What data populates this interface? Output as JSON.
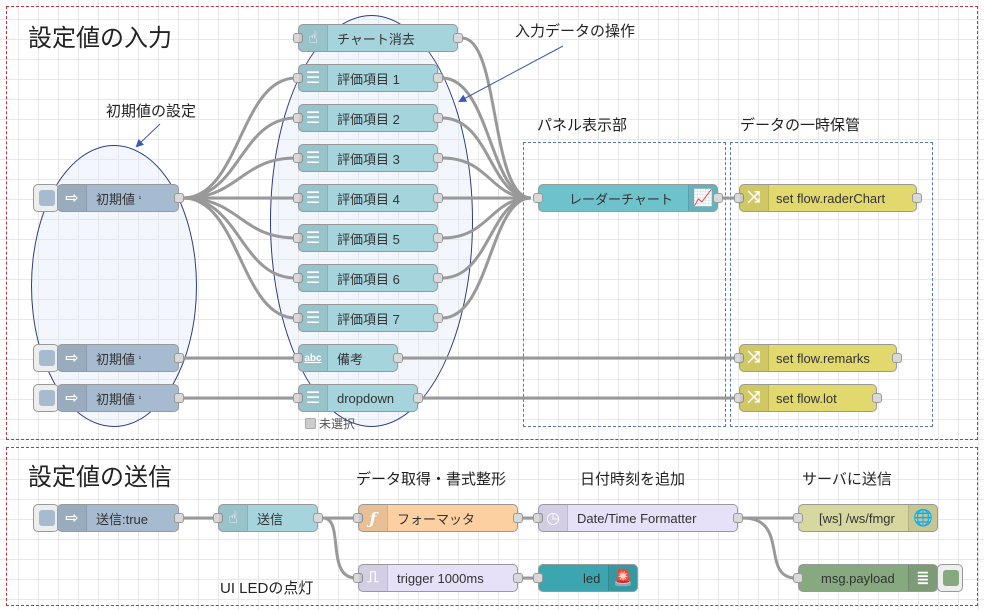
{
  "groups": {
    "input": {
      "title": "設定値の入力"
    },
    "send": {
      "title": "設定値の送信"
    }
  },
  "annotations": {
    "initial_setting": "初期値の設定",
    "input_operation": "入力データの操作",
    "panel_display": "パネル表示部",
    "temp_storage": "データの一時保管",
    "data_format": "データ取得・書式整形",
    "add_datetime": "日付時刻を追加",
    "send_server": "サーバに送信",
    "ui_led": "UI LEDの点灯"
  },
  "nodes": {
    "inject1": {
      "label": "初期値",
      "suffix": "¹"
    },
    "inject2": {
      "label": "初期値",
      "suffix": "¹"
    },
    "inject3": {
      "label": "初期値",
      "suffix": "¹"
    },
    "clear_chart": {
      "label": "チャート消去"
    },
    "sliders": [
      "評価項目 1",
      "評価項目 2",
      "評価項目 3",
      "評価項目 4",
      "評価項目 5",
      "評価項目 6",
      "評価項目 7"
    ],
    "remarks": {
      "label": "備考"
    },
    "dropdown": {
      "label": "dropdown",
      "status": "未選択"
    },
    "radar_chart": {
      "label": "レーダーチャート"
    },
    "set_radar": {
      "label": "set flow.raderChart"
    },
    "set_remarks": {
      "label": "set flow.remarks"
    },
    "set_lot": {
      "label": "set flow.lot"
    },
    "inject_send": {
      "label": "送信:true"
    },
    "send_button": {
      "label": "送信"
    },
    "formatter": {
      "label": "フォーマッタ"
    },
    "datetime": {
      "label": "Date/Time Formatter"
    },
    "ws_out": {
      "label": "[ws] /ws/fmgr"
    },
    "trigger": {
      "label": "trigger 1000ms"
    },
    "led": {
      "label": "led"
    },
    "debug": {
      "label": "msg.payload"
    }
  },
  "colors": {
    "inject": "#a6bbcf",
    "ui": "#a6d4dc",
    "chart": "#6ec2cc",
    "change": "#e2d96e",
    "function": "#fdd0a2",
    "datetime": "#e6e0f8",
    "ws": "#d7d7a0",
    "debug": "#87a980",
    "led": "#3ba6b0",
    "group_red": "#c0323c",
    "group_blue": "#5878b0"
  }
}
